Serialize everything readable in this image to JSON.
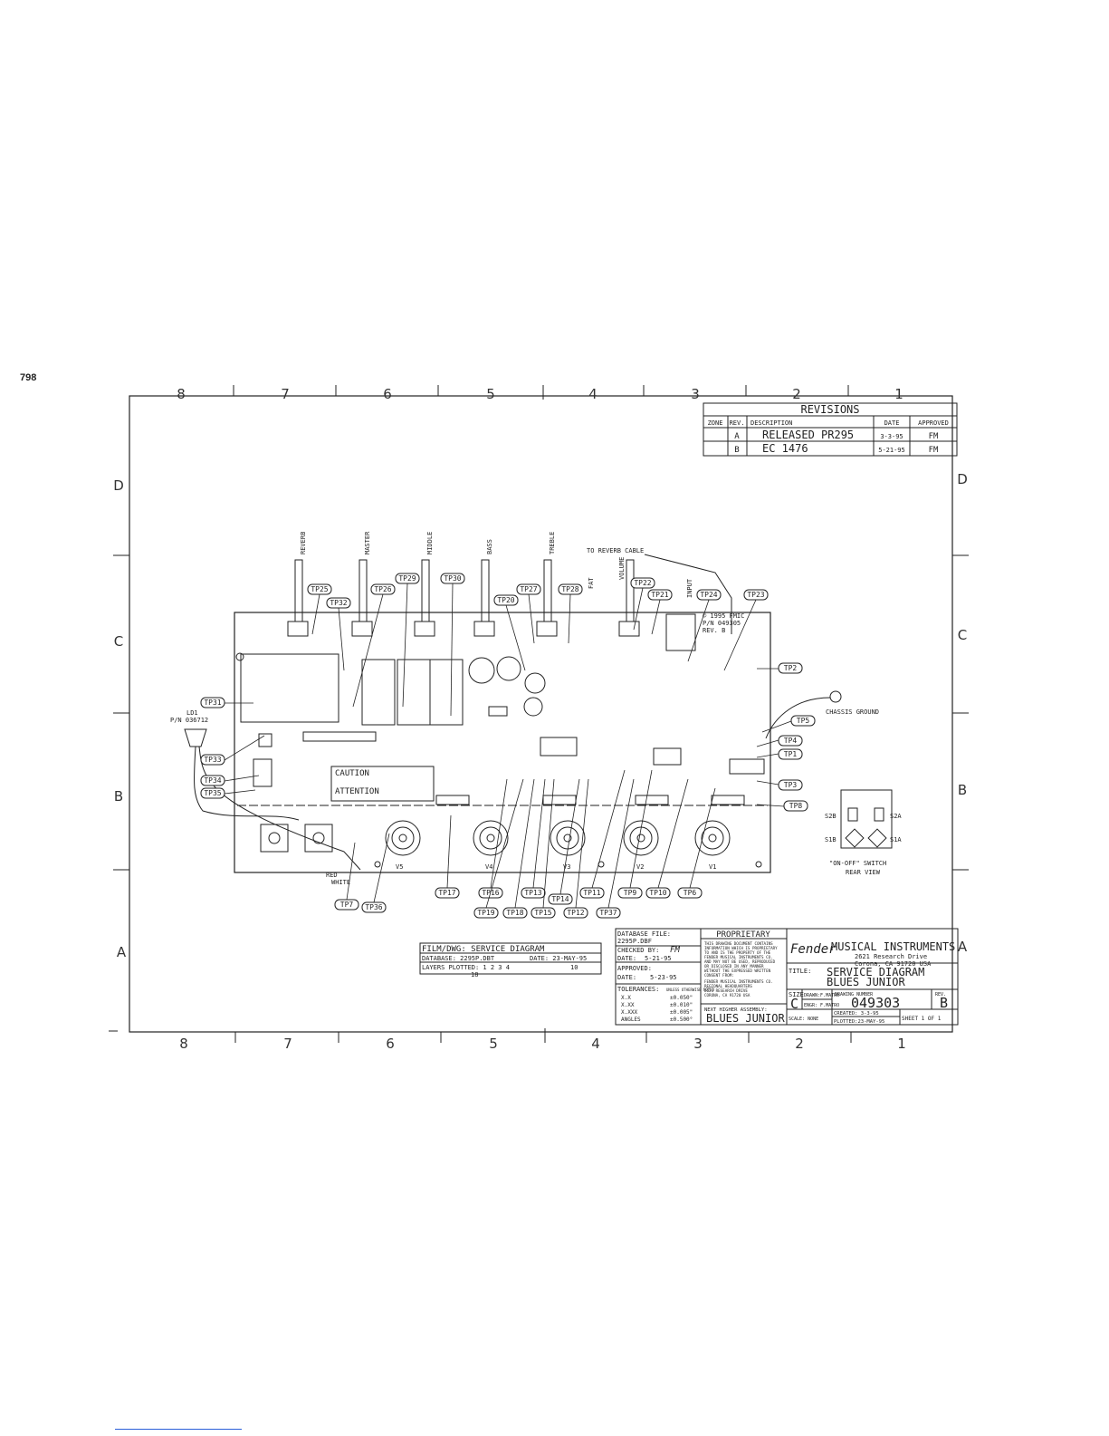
{
  "page_number": "798",
  "zones": {
    "top": [
      "8",
      "7",
      "6",
      "5",
      "4",
      "3",
      "2",
      "1"
    ],
    "bottom": [
      "8",
      "7",
      "6",
      "5",
      "4",
      "3",
      "2",
      "1"
    ],
    "left": [
      "D",
      "C",
      "B",
      "A"
    ],
    "right": [
      "D",
      "C",
      "B",
      "A"
    ]
  },
  "revisions": {
    "title": "REVISIONS",
    "headers": [
      "ZONE",
      "REV.",
      "DESCRIPTION",
      "DATE",
      "APPROVED"
    ],
    "rows": [
      {
        "rev": "A",
        "desc": "RELEASED PR295",
        "date": "3-3-95",
        "approved": "FM"
      },
      {
        "rev": "B",
        "desc": "EC 1476",
        "date": "5-21-95",
        "approved": "FM"
      }
    ]
  },
  "controls": [
    "REVERB",
    "MASTER",
    "MIDDLE",
    "BASS",
    "TREBLE",
    "FAT",
    "VOLUME",
    "INPUT"
  ],
  "labels": {
    "reverb_cable": "TO REVERB CABLE",
    "chassis_ground": "CHASSIS GROUND",
    "ld1": "LD1",
    "ld1_pn": "P/N 036712",
    "copyright": "© 1995 FMIC",
    "board_pn": "P/N 049305",
    "board_rev": "REV. B",
    "switch_title": "\"ON-OFF\" SWITCH",
    "switch_sub": "REAR VIEW",
    "s2b": "S2B",
    "s2a": "S2A",
    "s1b": "S1B",
    "s1a": "S1A",
    "caution": "CAUTION",
    "attention": "ATTENTION",
    "wire_red": "RED",
    "wire_white": "WHITE",
    "tubes": [
      "V5",
      "V4",
      "V3",
      "V2",
      "V1"
    ]
  },
  "test_points": {
    "tp25": "TP25",
    "tp32": "TP32",
    "tp26": "TP26",
    "tp29": "TP29",
    "tp30": "TP30",
    "tp27": "TP27",
    "tp28": "TP28",
    "tp20": "TP20",
    "tp22": "TP22",
    "tp21": "TP21",
    "tp24": "TP24",
    "tp23": "TP23",
    "tp2": "TP2",
    "tp5": "TP5",
    "tp4": "TP4",
    "tp1": "TP1",
    "tp3": "TP3",
    "tp8": "TP8",
    "tp31": "TP31",
    "tp33": "TP33",
    "tp34": "TP34",
    "tp35": "TP35",
    "tp17": "TP17",
    "tp16": "TP16",
    "tp13": "TP13",
    "tp14": "TP14",
    "tp11": "TP11",
    "tp9": "TP9",
    "tp10": "TP10",
    "tp6": "TP6",
    "tp7": "TP7",
    "tp36": "TP36",
    "tp19": "TP19",
    "tp18": "TP18",
    "tp15": "TP15",
    "tp12": "TP12",
    "tp37": "TP37"
  },
  "film_box": {
    "line1": "FILM/DWG: SERVICE DIAGRAM",
    "database_label": "DATABASE: 2295P.DBT",
    "date_label": "DATE: 23-MAY-95",
    "layers_label": "LAYERS PLOTTED: 1 2 3 4",
    "layers_extra": "10",
    "layers_sub": "18"
  },
  "title_block": {
    "database_file": "DATABASE FILE:",
    "database_value": "2295P.DBF",
    "checked_by": "CHECKED BY:",
    "checked_sig": "FM",
    "date1_label": "DATE:",
    "date1_value": "5-21-95",
    "approved": "APPROVED:",
    "date2_label": "DATE:",
    "date2_value": "5-23-95",
    "tolerances": "TOLERANCES:",
    "tol_note": "UNLESS OTHERWISE NOTED",
    "tol_rows": [
      [
        "X.X",
        "±0.050\""
      ],
      [
        "X.XX",
        "±0.010\""
      ],
      [
        "X.XXX",
        "±0.005\""
      ],
      [
        "ANGLES",
        "±0.500°"
      ]
    ],
    "proprietary": "PROPRIETARY",
    "prop_text": [
      "THIS DRAWING DOCUMENT CONTAINS",
      "INFORMATION WHICH IS PROPRIETARY",
      "TO AND IS THE PROPERTY OF THE",
      "FENDER MUSICAL INSTRUMENTS CO.",
      "AND MAY NOT BE USED, REPRODUCED",
      "OR DISCLOSED IN ANY MANNER",
      "WITHOUT THE EXPRESSED WRITTEN",
      "CONSENT FROM:",
      "FENDER MUSICAL INSTRUMENTS CO.",
      "REGIONAL HEADQUARTERS",
      "2621 RESEARCH DRIVE",
      "CORONA, CA 91720 USA"
    ],
    "next_assembly": "NEXT HIGHER ASSEMBLY:",
    "assembly_value": "BLUES JUNIOR",
    "logo": "Fender",
    "company": "MUSICAL INSTRUMENTS",
    "address1": "2621 Research Drive",
    "address2": "Corona, CA 91720 USA",
    "title_label": "TITLE:",
    "title1": "SERVICE DIAGRAM",
    "title2": "BLUES JUNIOR",
    "size_label": "SIZE",
    "size_value": "C",
    "drawn": "DRAWN:F.MATRO",
    "engr": "ENGR: F.MATRO",
    "drawing_number_label": "DRAWING NUMBER",
    "drawing_number": "049303",
    "rev_label": "REV.",
    "rev_value": "B",
    "created": "CREATED: 3-3-95",
    "plotted": "PLOTTED:23-MAY-95",
    "scale": "SCALE: NONE",
    "sheet": "SHEET 1 OF 1"
  }
}
